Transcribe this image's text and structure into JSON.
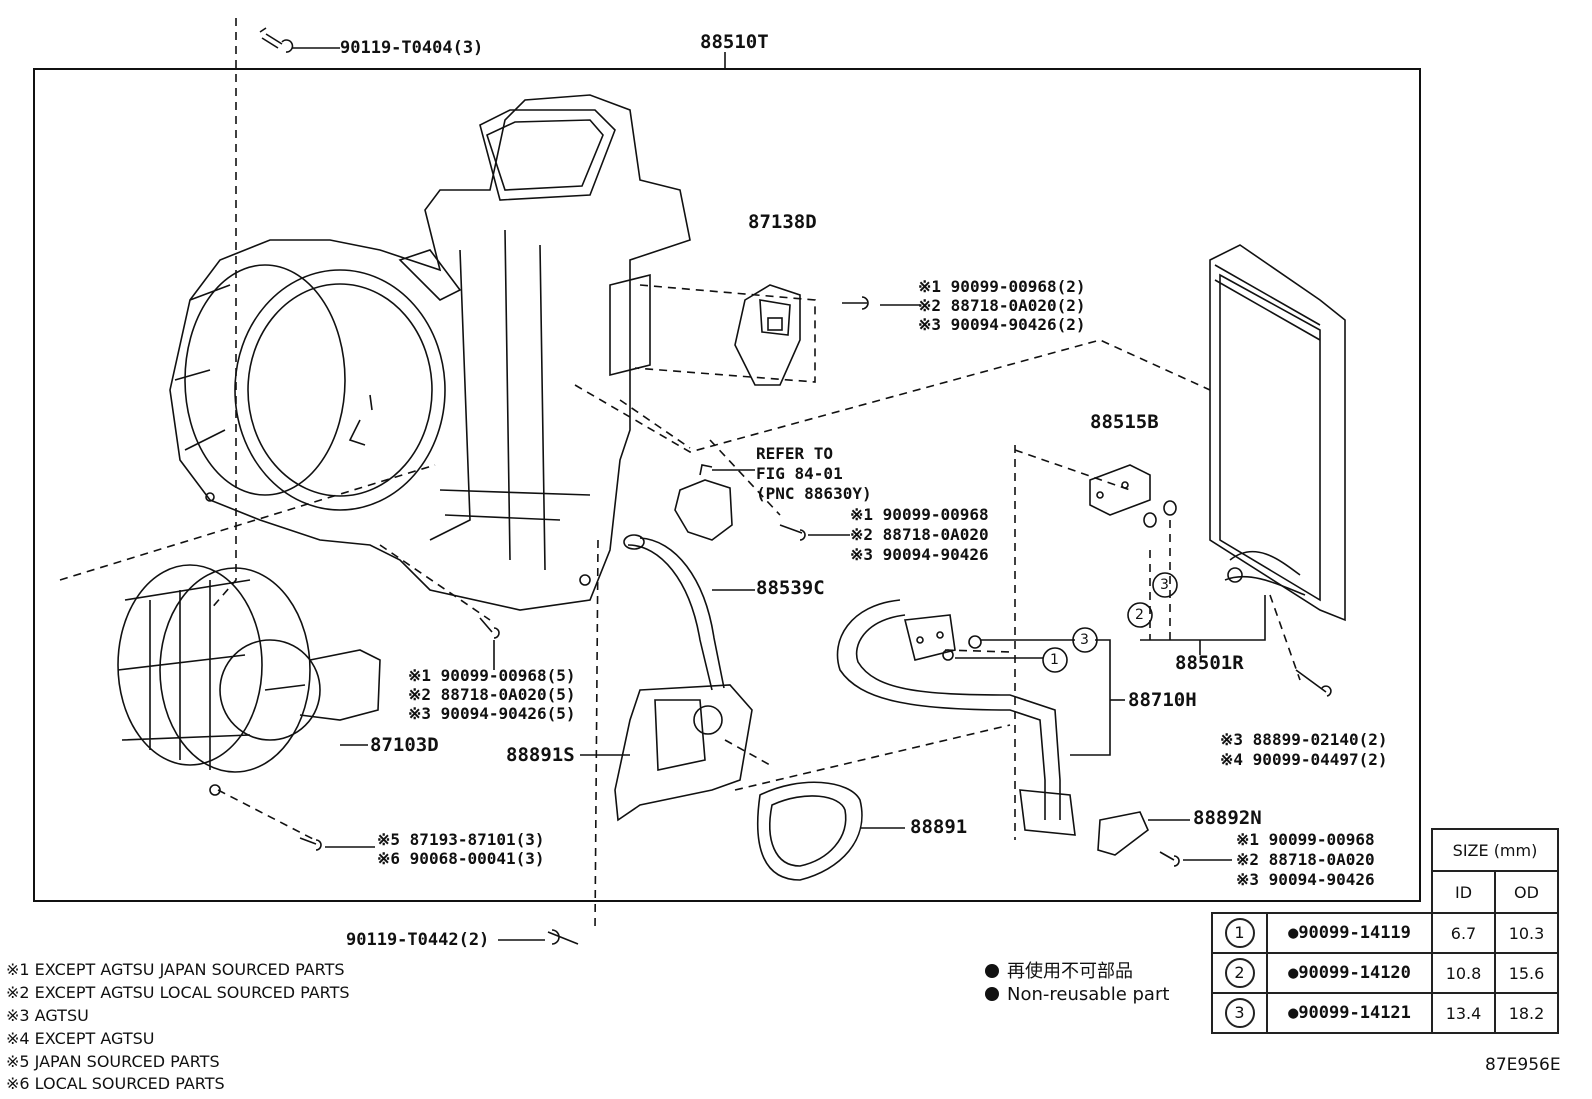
{
  "main_assembly": "88510T",
  "parts": {
    "p90119_T0404": "90119-T0404(3)",
    "p87138D": "87138D",
    "p87138D_notes": [
      "※1 90099-00968(2)",
      "※2 88718-0A020(2)",
      "※3 90094-90426(2)"
    ],
    "p88515B": "88515B",
    "refer": [
      "REFER TO",
      "FIG 84-01",
      "(PNC 88630Y)"
    ],
    "refer_notes": [
      "※1 90099-00968",
      "※2 88718-0A020",
      "※3 90094-90426"
    ],
    "p88539C": "88539C",
    "blower_notes": [
      "※1 90099-00968(5)",
      "※2 88718-0A020(5)",
      "※3 90094-90426(5)"
    ],
    "p87103D": "87103D",
    "p88891S": "88891S",
    "p88891": "88891",
    "p88710H": "88710H",
    "p88501R": "88501R",
    "p88501R_notes": [
      "※3 88899-02140(2)",
      "※4 90099-04497(2)"
    ],
    "p88892N": "88892N",
    "p88892N_notes": [
      "※1 90099-00968",
      "※2 88718-0A020",
      "※3 90094-90426"
    ],
    "motor_notes": [
      "※5 87193-87101(3)",
      "※6 90068-00041(3)"
    ],
    "p90119_T0442": "90119-T0442(2)"
  },
  "circles": {
    "c1": "1",
    "c2": "2",
    "c3": "3"
  },
  "footnotes": [
    "※1 EXCEPT AGTSU JAPAN SOURCED PARTS",
    "※2 EXCEPT AGTSU LOCAL SOURCED PARTS",
    "※3 AGTSU",
    "※4 EXCEPT AGTSU",
    "※5 JAPAN SOURCED PARTS",
    "※6 LOCAL SOURCED PARTS"
  ],
  "legend": {
    "jp": "再使用不可部品",
    "en": "Non-reusable part"
  },
  "size_table": {
    "header": "SIZE (mm)",
    "col_id": "ID",
    "col_od": "OD",
    "rows": [
      {
        "circle": "1",
        "part": "●90099-14119",
        "id": "6.7",
        "od": "10.3"
      },
      {
        "circle": "2",
        "part": "●90099-14120",
        "id": "10.8",
        "od": "15.6"
      },
      {
        "circle": "3",
        "part": "●90099-14121",
        "id": "13.4",
        "od": "18.2"
      }
    ]
  },
  "figure_code": "87E956E"
}
